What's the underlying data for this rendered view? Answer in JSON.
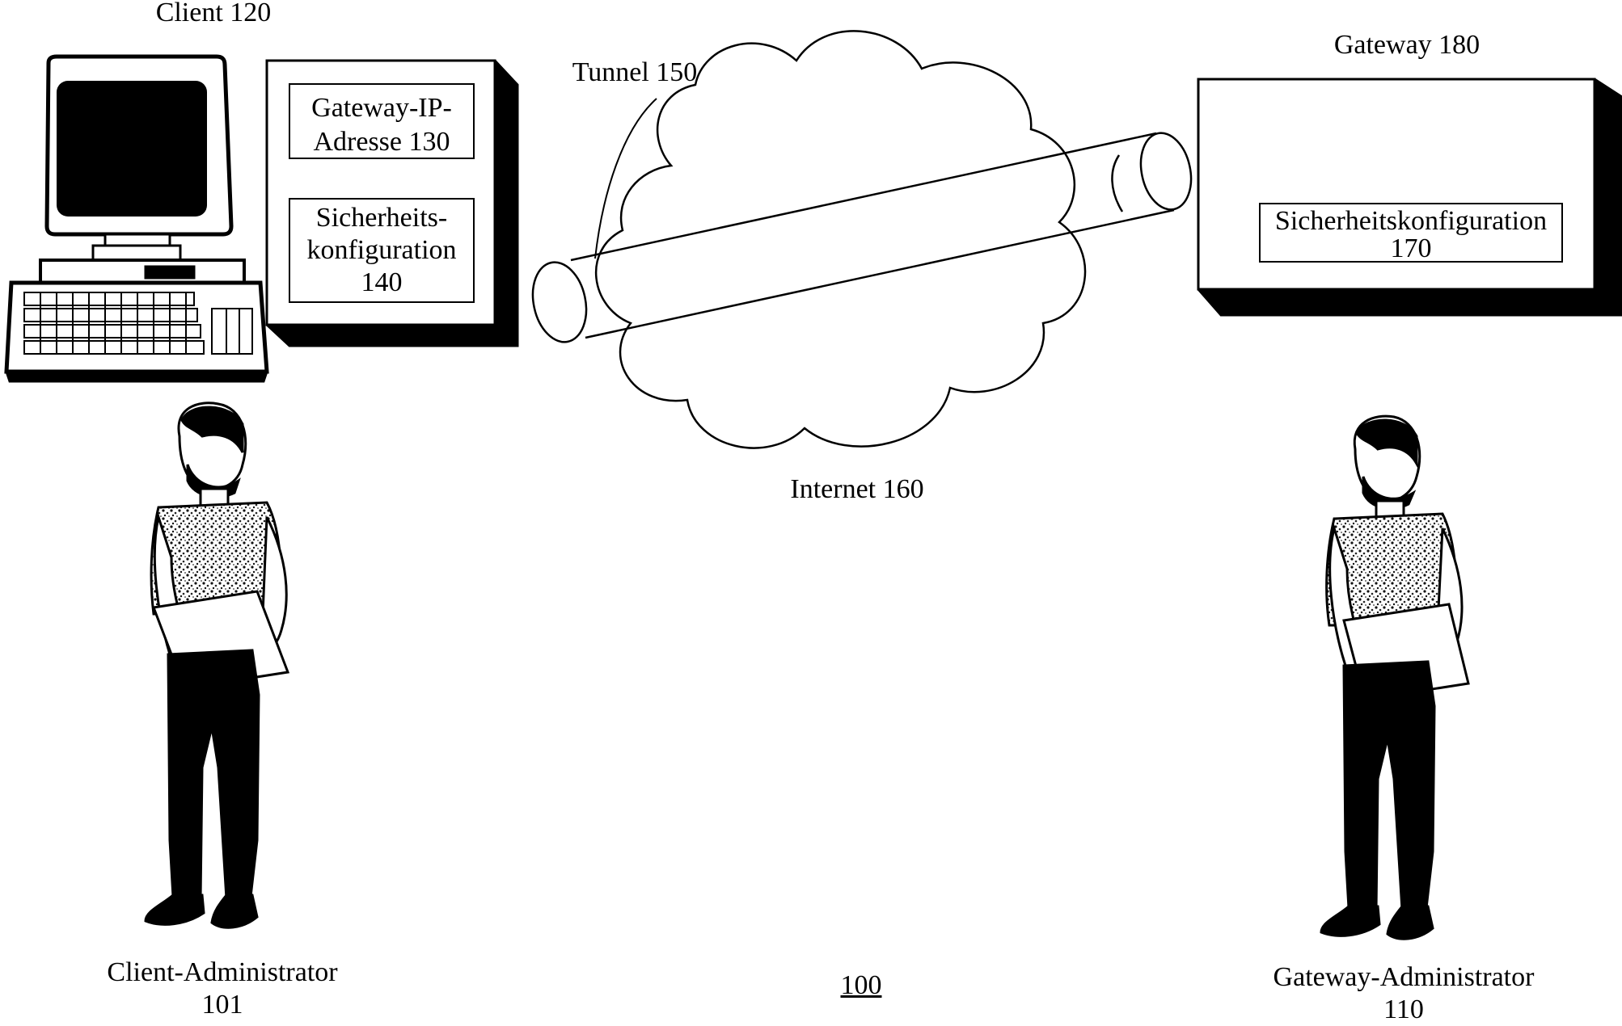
{
  "client": {
    "label": "Client 120",
    "gateway_ip_line1": "Gateway-IP-",
    "gateway_ip_line2": "Adresse 130",
    "security_line1": "Sicherheits-",
    "security_line2": "konfiguration",
    "security_line3": "140"
  },
  "tunnel": {
    "label": "Tunnel 150"
  },
  "internet": {
    "label": "Internet 160"
  },
  "gateway": {
    "label": "Gateway 180",
    "security_line1": "Sicherheitskonfiguration",
    "security_line2": "170"
  },
  "client_admin": {
    "line1": "Client-Administrator",
    "line2": "101"
  },
  "gateway_admin": {
    "line1": "Gateway-Administrator",
    "line2": "110"
  },
  "figure_ref": "100"
}
